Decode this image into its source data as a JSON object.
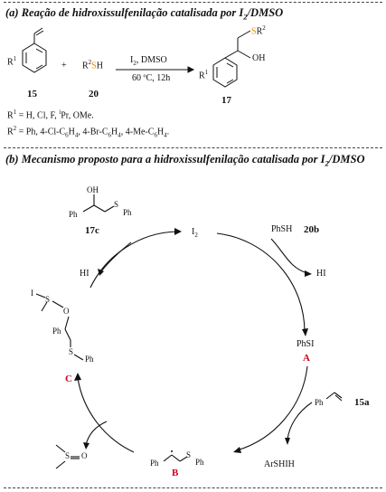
{
  "part_a": {
    "heading": "(a) Reação de hidroxissulfenilação catalisada por I",
    "heading_sub": "2",
    "heading_tail": "/DMSO",
    "r1_label": "R",
    "r1_sup": "1",
    "plus": "+",
    "reagent_r": "R",
    "reagent_sup": "2",
    "reagent_s": "S",
    "reagent_h": "H",
    "cond_top": "I",
    "cond_top_sub": "2",
    "cond_top_tail": ", DMSO",
    "cond_bottom": "60 ºC, 12h",
    "product_s": "S",
    "product_r": "R",
    "product_sup": "2",
    "product_oh": "OH",
    "product_r1": "R",
    "product_r1_sup": "1",
    "label_15": "15",
    "label_20": "20",
    "label_17": "17",
    "r1_def": "R",
    "r1_def_sup": "1",
    "r1_def_text": " = H, Cl, F, ",
    "r1_def_i": "i",
    "r1_def_tail": "Pr, OMe.",
    "r2_def": "R",
    "r2_def_sup": "2",
    "r2_def_text": " = Ph, 4-Cl-C",
    "r2_def_6a": "6",
    "r2_def_h1": "H",
    "r2_def_4a": "4",
    "r2_def_text2": ", 4-Br-C",
    "r2_def_6b": "6",
    "r2_def_h2": "H",
    "r2_def_4b": "4",
    "r2_def_text3": ", 4-Me-C",
    "r2_def_6c": "6",
    "r2_def_h3": "H",
    "r2_def_4c": "4",
    "r2_def_end": "."
  },
  "part_b": {
    "heading": "(b) Mecanismo proposto para a hidroxissulfenilação catalisada por I",
    "heading_sub": "2",
    "heading_tail": "/DMSO",
    "i2": "I",
    "i2_sub": "2",
    "phsh": "PhSH",
    "label_20b": "20b",
    "hi_right": "HI",
    "hi_left": "HI",
    "phsi": "PhSI",
    "label_a": "A",
    "ph_styrene": "Ph",
    "label_15a": "15a",
    "arshih": "ArSHIH",
    "label_b": "B",
    "b_ph": "Ph",
    "b_s": "S",
    "b_ph2": "Ph",
    "dmso_s": "S",
    "dmso_o": "O",
    "label_c": "C",
    "c_i": "I",
    "c_s": "S",
    "c_o": "O",
    "c_ph": "Ph",
    "c_s2": "S",
    "c_ph2": "Ph",
    "oh_17c": "OH",
    "ph_17c": "Ph",
    "s_17c": "S",
    "ph2_17c": "Ph",
    "label_17c": "17c"
  }
}
